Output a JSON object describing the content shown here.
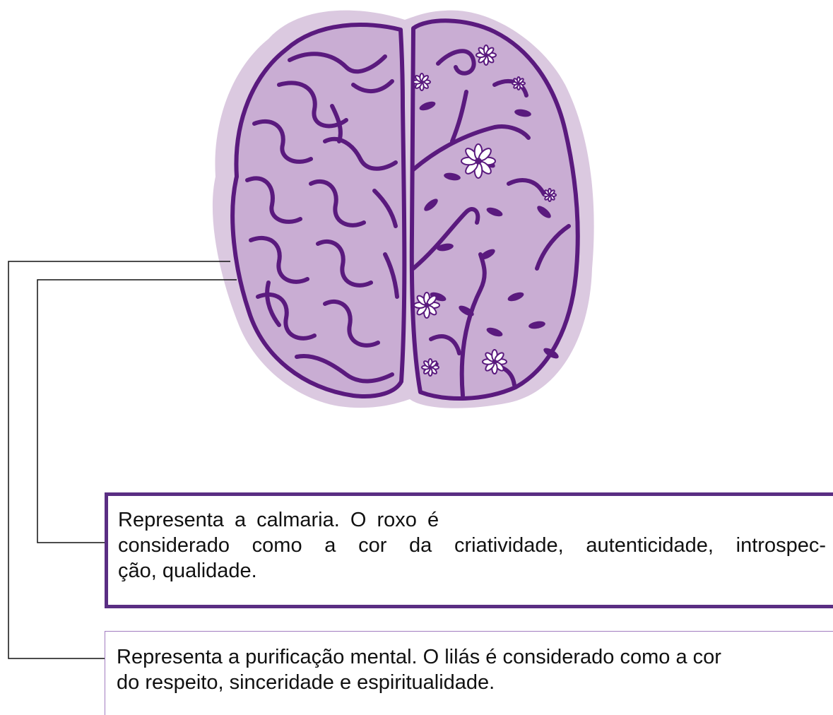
{
  "colors": {
    "halo": "#dbc9e0",
    "brain_fill": "#c9add3",
    "outline": "#5a1a7e",
    "box_roxo_border": "#5a2e83",
    "box_lilas_border": "#a27cc0",
    "connector": "#111111"
  },
  "callouts": [
    {
      "lines": [
        "Representa a calmaria. O roxo é",
        "considerado como a cor da criatividade, autenticidade, introspec-",
        "ção, qualidade."
      ]
    },
    {
      "lines": [
        "Representa a purificação mental. O lilás é considerado como a cor",
        "do respeito, sinceridade e espiritualidade."
      ]
    }
  ]
}
